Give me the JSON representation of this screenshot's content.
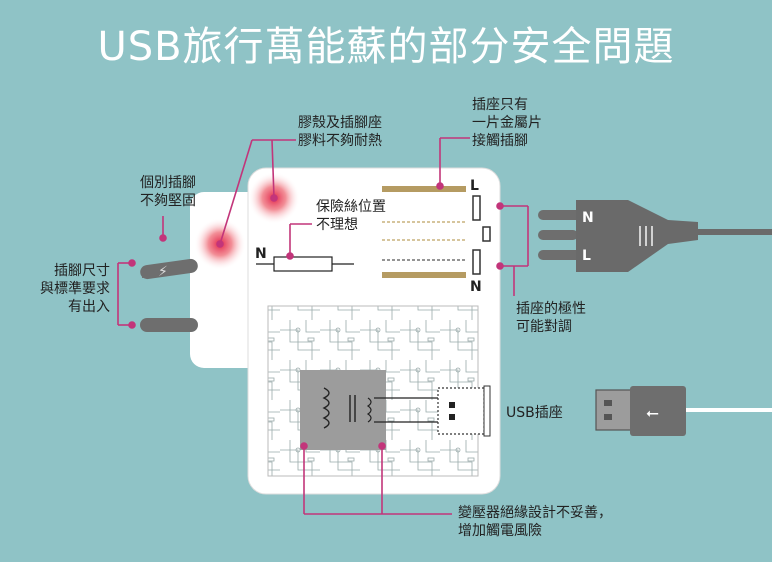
{
  "title": "USB旅行萬能蘇的部分安全問題",
  "labels": {
    "shell": "膠殼及插腳座\n膠料不夠耐熱",
    "contact": "插座只有\n一片金屬片\n接觸插腳",
    "pins_loose": "個別插腳\n不夠堅固",
    "fuse": "保險絲位置\n不理想",
    "pin_size": "插腳尺寸\n與標準要求\n有出入",
    "polarity": "插座的極性\n可能對調",
    "usb_socket": "USB插座",
    "transformer": "變壓器絕緣設計不妥善，\n增加觸電風險"
  },
  "letters": {
    "L": "L",
    "N": "N"
  },
  "colors": {
    "background": "#8fc3c6",
    "accent": "#c2357a",
    "device": "#ffffff",
    "plug": "#666666",
    "metal": "#b59b62"
  }
}
